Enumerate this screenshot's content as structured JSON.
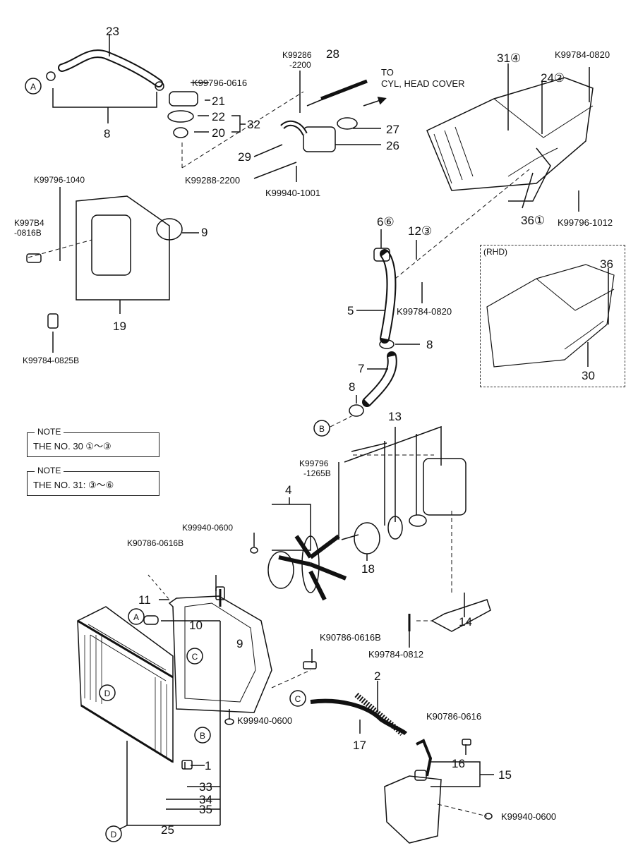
{
  "labels": {
    "p23": "23",
    "p8a": "8",
    "p21": "21",
    "p22": "22",
    "p20": "20",
    "p32": "32",
    "p29": "29",
    "p26": "26",
    "p27": "27",
    "p28": "28",
    "p31": "31④",
    "p24": "24②",
    "p36a": "36①",
    "p6": "6⑥",
    "p12": "12③",
    "p9a": "9",
    "p19": "19",
    "p5": "5",
    "p8b": "8",
    "p7": "7",
    "p8c": "8",
    "p13": "13",
    "p4": "4",
    "p18": "18",
    "p14": "14",
    "p11": "11",
    "p10": "10",
    "p9b": "9",
    "p2": "2",
    "p17": "17",
    "p16": "16",
    "p15": "15",
    "p1": "1",
    "p33": "33",
    "p34": "34",
    "p35": "35",
    "p25": "25",
    "p36b": "36",
    "p30": "30"
  },
  "part_numbers": {
    "k0616": "K99796-0616",
    "k2200a": "K99286\n-2200",
    "k2200b": "K99288-2200",
    "k1001": "K99940-1001",
    "kto": "TO",
    "kcyl": "CYL, HEAD COVER",
    "k0820a": "K99784-0820",
    "k1012": "K99796-1012",
    "k1040": "K99796-1040",
    "k0816": "K997B4\n-0816B",
    "k0825": "K99784-0825B",
    "k0820b": "K99784-0820",
    "k1265": "K99796\n-1265B",
    "k0600a": "K99940-0600",
    "k0616b": "K90786-0616B",
    "k0616c": "K90786-0616B",
    "k0812": "K99784-0812",
    "k0600b": "K99940-0600",
    "k0616d": "K90786-0616",
    "k0600c": "K99940-0600"
  },
  "circles": {
    "a": "A",
    "b": "B",
    "c": "C",
    "d": "D"
  },
  "rhd_label": "(RHD)",
  "notes": [
    {
      "head": "NOTE",
      "body": "THE NO. 30 ①～③"
    },
    {
      "head": "NOTE",
      "body": "THE NO. 31: ③～⑥"
    }
  ]
}
